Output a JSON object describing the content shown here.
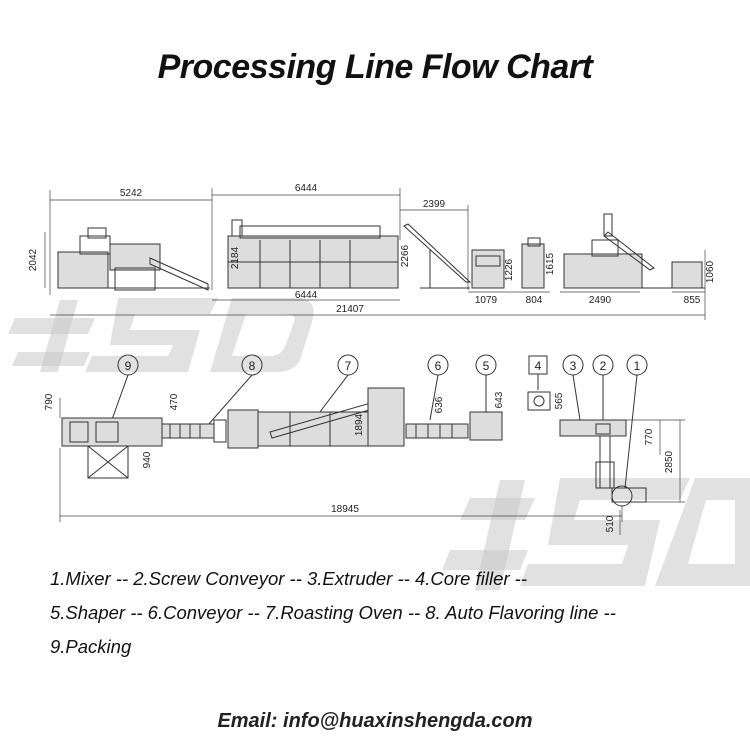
{
  "title": "Processing Line Flow Chart",
  "side_view": {
    "dimensions": {
      "d5242": "5242",
      "d6444_top": "6444",
      "d2399": "2399",
      "d2042": "2042",
      "d2184": "2184",
      "d2266": "2266",
      "d1226": "1226",
      "d1615": "1615",
      "d1060": "1060",
      "d6444_bottom": "6444",
      "d21407": "21407",
      "d1079": "1079",
      "d804": "804",
      "d2490": "2490",
      "d855": "855"
    }
  },
  "plan_view": {
    "callouts": [
      "1",
      "2",
      "3",
      "4",
      "5",
      "6",
      "7",
      "8",
      "9"
    ],
    "dimensions": {
      "d790": "790",
      "d470": "470",
      "d940": "940",
      "d1894": "1894",
      "d636": "636",
      "d643": "643",
      "d565": "565",
      "d770": "770",
      "d2850": "2850",
      "d510": "510",
      "d18945": "18945"
    }
  },
  "legend": {
    "line1": "1.Mixer -- 2.Screw Conveyor -- 3.Extruder -- 4.Core filler --",
    "line2": "5.Shaper -- 6.Conveyor -- 7.Roasting Oven -- 8. Auto Flavoring line --",
    "line3": "9.Packing"
  },
  "email": "Email: info@huaxinshengda.com",
  "watermark": {
    "color": "#c9c9c9"
  }
}
